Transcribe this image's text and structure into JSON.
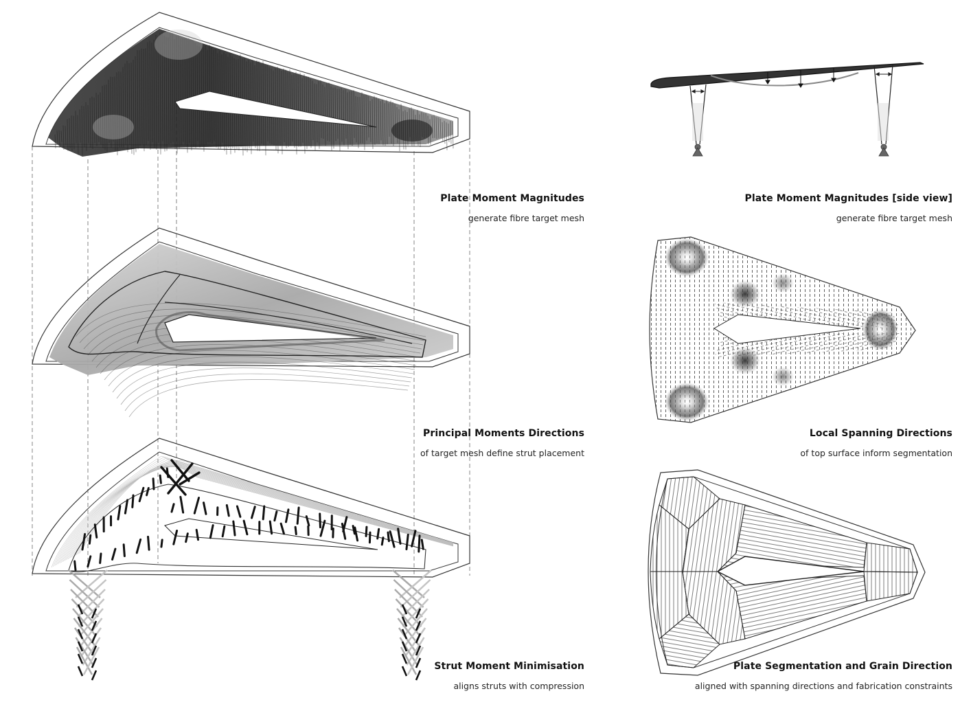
{
  "captions": {
    "plate_moment": {
      "title": "Plate Moment Magnitudes",
      "subtitle": "generate fibre target mesh"
    },
    "plate_moment_side": {
      "title": "Plate Moment Magnitudes [side view]",
      "subtitle": "generate fibre target mesh"
    },
    "principal_moments": {
      "title": "Principal Moments Directions",
      "subtitle": "of target mesh define strut placement"
    },
    "local_spanning": {
      "title": "Local Spanning Directions",
      "subtitle": "of top surface inform segmentation"
    },
    "strut_moment": {
      "title": "Strut Moment Minimisation",
      "subtitle": "aligns struts with compression"
    },
    "plate_segmentation": {
      "title": "Plate Segmentation and Grain Direction",
      "subtitle": "aligned with spanning directions and fabrication constraints"
    }
  },
  "colors": {
    "ink": "#111111",
    "shade": "#3a3a3a",
    "light": "#bdbdbd",
    "support": "#666666"
  }
}
